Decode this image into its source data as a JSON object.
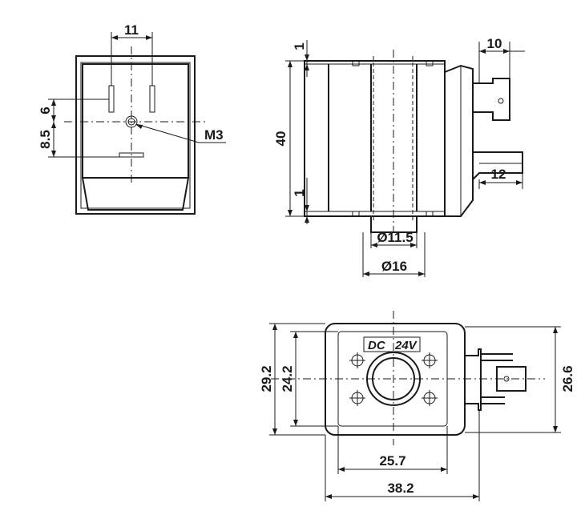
{
  "front_view": {
    "dim_width": "11",
    "dim_upper": "6",
    "dim_lower": "8.5",
    "thread_label": "M3"
  },
  "side_view": {
    "dim_top_offset": "1",
    "dim_bottom_offset": "1",
    "dim_height": "40",
    "dim_pin_top": "10",
    "dim_pin_bottom": "12",
    "dim_inner_diameter": "Ø11.5",
    "dim_outer_diameter": "Ø16"
  },
  "top_view": {
    "label_voltage_type": "DC",
    "label_voltage_value": "24V",
    "dim_outer_height": "29.2",
    "dim_inner_height": "24.2",
    "dim_right_height": "26.6",
    "dim_inner_width": "25.7",
    "dim_outer_width": "38.2"
  },
  "colors": {
    "line": "#1a1a1a",
    "background": "#ffffff"
  }
}
